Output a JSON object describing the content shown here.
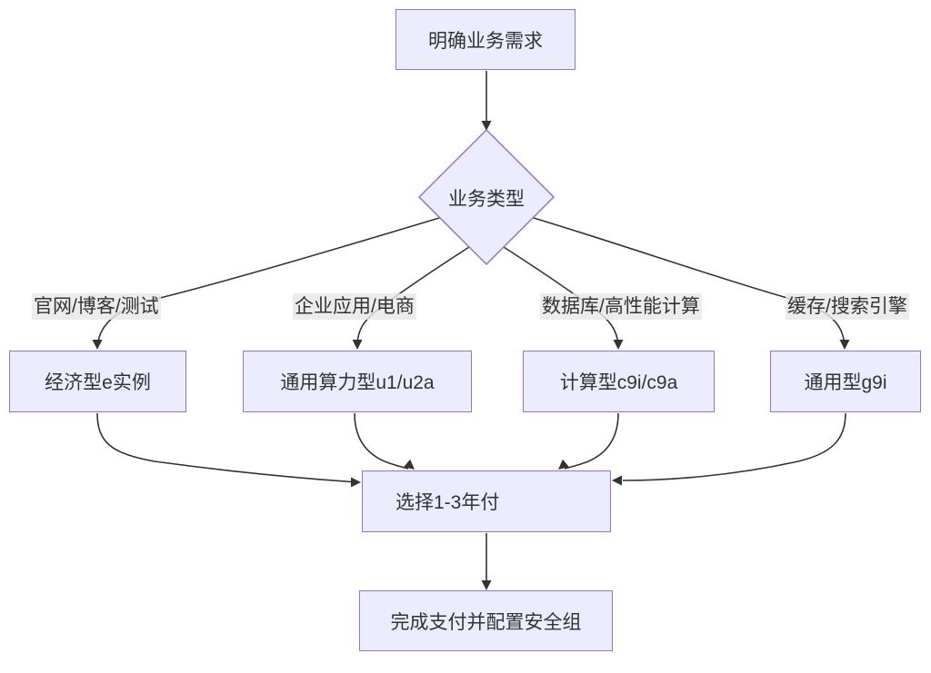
{
  "diagram": {
    "type": "flowchart",
    "direction": "top-down",
    "colors": {
      "background": "#FFFFFF",
      "node_fill": "#ECECFF",
      "node_border": "#9370DB",
      "edge_line": "#333333",
      "text": "#333333",
      "edge_label_bg": "#E8E8E8"
    },
    "nodes": {
      "start": {
        "label": "明确业务需求",
        "shape": "rect"
      },
      "decision": {
        "label": "业务类型",
        "shape": "diamond"
      },
      "economy": {
        "label": "经济型e实例",
        "shape": "rect"
      },
      "universal": {
        "label": "通用算力型u1/u2a",
        "shape": "rect"
      },
      "compute": {
        "label": "计算型c9i/c9a",
        "shape": "rect"
      },
      "general": {
        "label": "通用型g9i",
        "shape": "rect"
      },
      "term": {
        "label": "选择1-3年付",
        "shape": "rect"
      },
      "pay": {
        "label": "完成支付并配置安全组",
        "shape": "rect"
      }
    },
    "edge_labels": {
      "web": {
        "label": "官网/博客/测试",
        "from": "decision",
        "to": "economy"
      },
      "enterprise": {
        "label": "企业应用/电商",
        "from": "decision",
        "to": "universal"
      },
      "database": {
        "label": "数据库/高性能计算",
        "from": "decision",
        "to": "compute"
      },
      "cache": {
        "label": "缓存/搜索引擎",
        "from": "decision",
        "to": "general"
      }
    },
    "edges": [
      {
        "from": "start",
        "to": "decision"
      },
      {
        "from": "decision",
        "to": "economy",
        "label": "官网/博客/测试"
      },
      {
        "from": "decision",
        "to": "universal",
        "label": "企业应用/电商"
      },
      {
        "from": "decision",
        "to": "compute",
        "label": "数据库/高性能计算"
      },
      {
        "from": "decision",
        "to": "general",
        "label": "缓存/搜索引擎"
      },
      {
        "from": "economy",
        "to": "term"
      },
      {
        "from": "universal",
        "to": "term"
      },
      {
        "from": "compute",
        "to": "term"
      },
      {
        "from": "general",
        "to": "term"
      },
      {
        "from": "term",
        "to": "pay"
      }
    ]
  }
}
